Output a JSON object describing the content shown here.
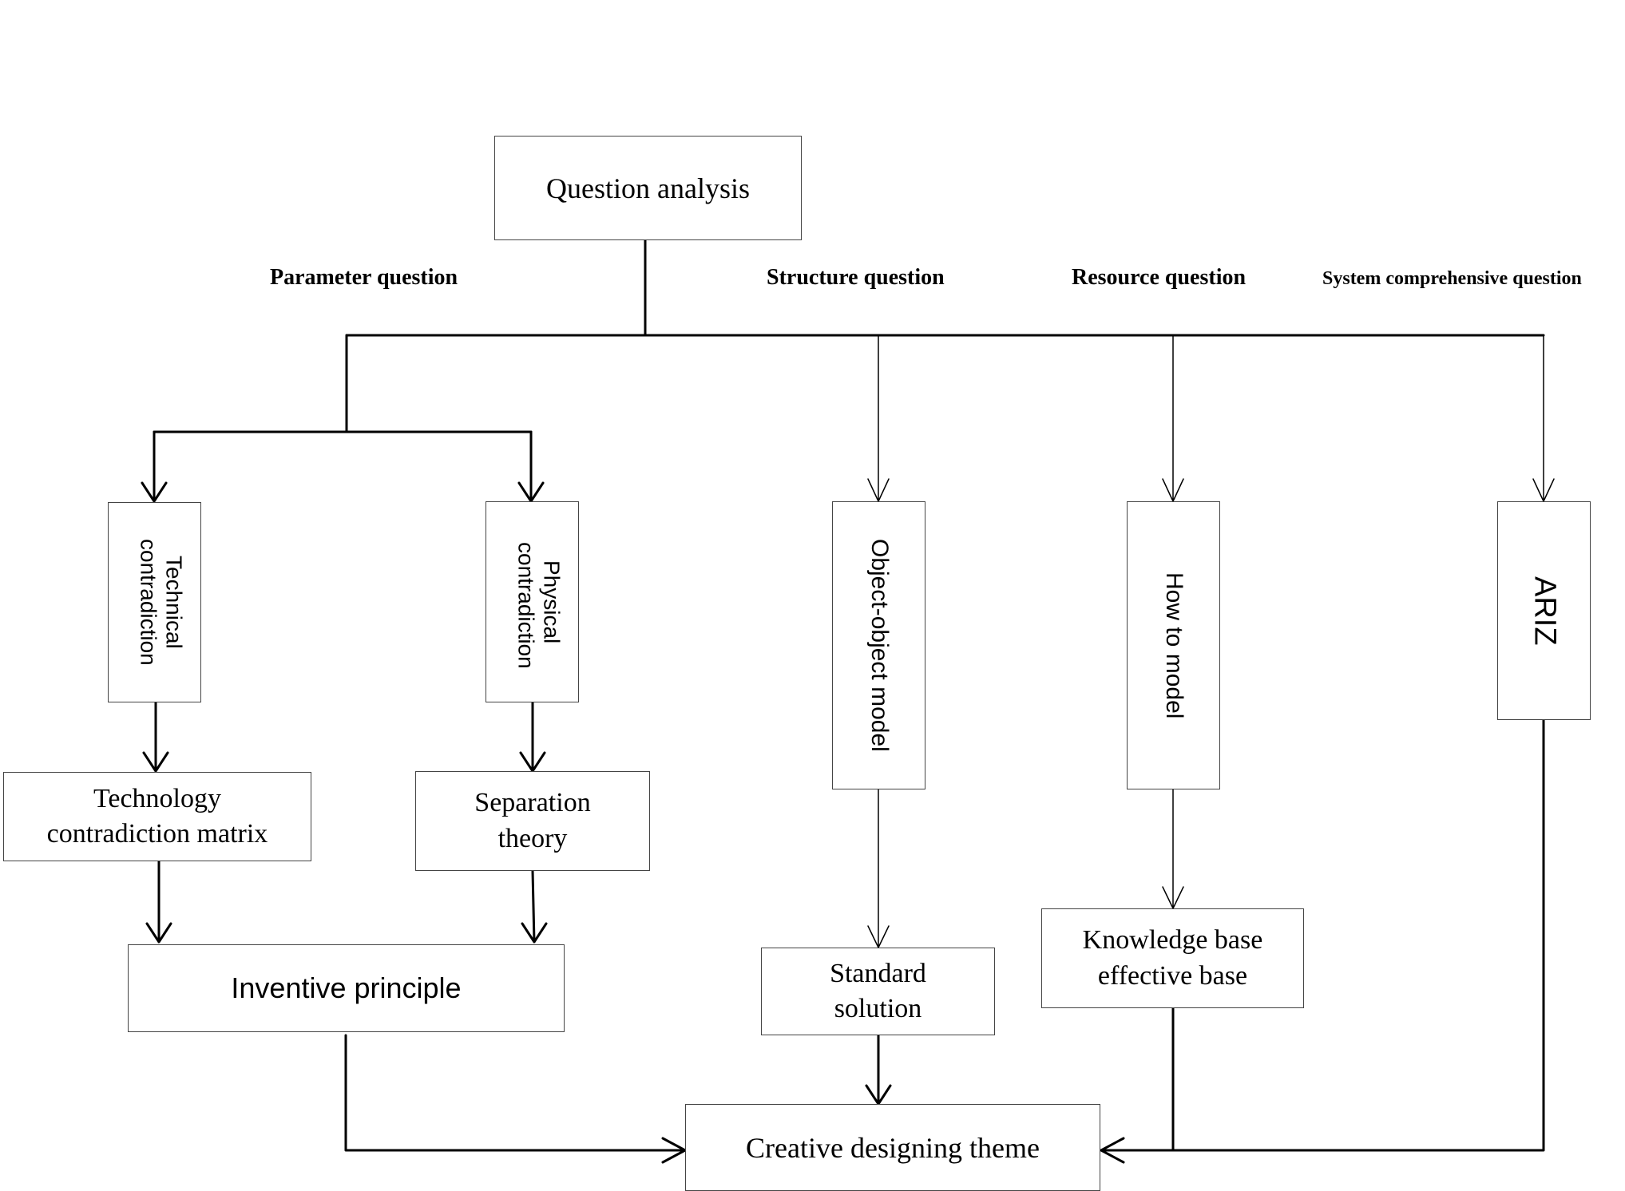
{
  "nodes": {
    "question_analysis": "Question analysis",
    "technical_contradiction": "Technical contradiction",
    "physical_contradiction": "Physical contradiction",
    "object_object_model": "Object-object model",
    "how_to_model": "How to model",
    "ariz": "ARIZ",
    "technology_matrix_line1": "Technology",
    "technology_matrix_line2": "contradiction matrix",
    "separation_line1": "Separation",
    "separation_line2": "theory",
    "inventive_principle": "Inventive principle",
    "standard_line1": "Standard",
    "standard_line2": "solution",
    "knowledge_line1": "Knowledge base",
    "knowledge_line2": "effective base",
    "creative_theme": "Creative designing theme"
  },
  "branch_labels": {
    "parameter": "Parameter question",
    "structure": "Structure question",
    "resource": "Resource question",
    "system": "System comprehensive question"
  }
}
